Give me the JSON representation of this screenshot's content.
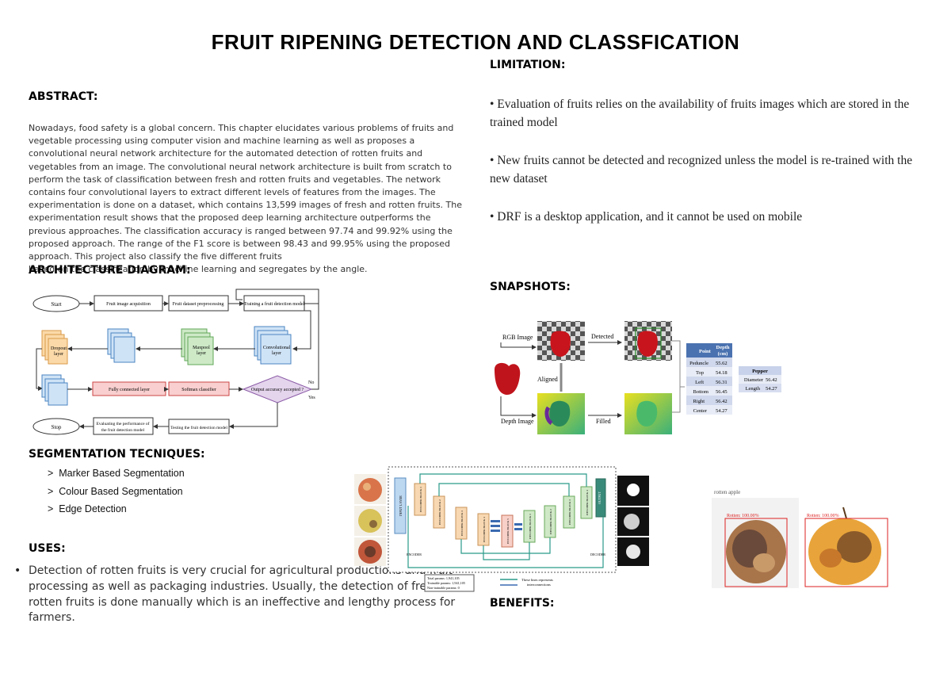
{
  "title": "FRUIT RIPENING DETECTION AND CLASSFICATION",
  "abstract": {
    "heading": "ABSTRACT:",
    "body": "Nowadays, food safety is a global concern. This chapter elucidates various problems of fruits and vegetable processing using computer vision and machine learning as well as proposes a convolutional neural network architecture for the automated detection of rotten fruits and vegetables from an image. The convolutional neural network architecture is built from scratch to perform the task of classification between fresh and rotten fruits and vegetables. The network contains four convolutional layers to extract different levels of features from the images. The experimentation is done on a dataset, which contains 13,599 images of fresh and rotten fruits. The experimentation result shows that the proposed deep learning architecture outperforms the previous approaches. The classification accuracy is ranged between 97.74 and 99.92% using the proposed approach. The range of the F1 score is between 98.43 and 99.95% using the proposed approach. This project also classify the five different fruits",
    "body_last": "based on the classification by machine learning and segregates by  the angle."
  },
  "architecture": {
    "heading": "ARCHITECTURE DIAGRAM:",
    "nodes": {
      "start": "Start",
      "acquisition": "Fruit image acquisition",
      "preprocessing": "Fruit dataset preprocessing",
      "training": "Training a fruit detection model",
      "dropout_1": "Dropout",
      "dropout_2": "layer",
      "maxpool_1": "Maxpool",
      "maxpool_2": "layer",
      "conv_1": "Convolutional",
      "conv_2": "layer",
      "fc": "Fully connected layer",
      "softmax": "Softmax classifier",
      "accuracy": "Output accuracy accepted ?",
      "no": "No",
      "yes": "Yes",
      "stop": "Stop",
      "evaluate_1": "Evaluating the performance of",
      "evaluate_2": "the fruit detection model",
      "testing": "Testing the fruit detection model"
    }
  },
  "segmentation": {
    "heading": "SEGMENTATION TECNIQUES:",
    "marker": ">",
    "items": [
      "Marker Based Segmentation",
      "Colour Based Segmentation",
      "Edge Detection"
    ]
  },
  "uses": {
    "heading": "USES:",
    "bullet": "•",
    "body": "Detection of rotten fruits is very crucial for agricultural productions and fruit processing as well as packaging industries. Usually, the detection of fresh and rotten fruits is done manually which is an ineffective and lengthy process for farmers."
  },
  "limitation": {
    "heading": "LIMITATION:",
    "items": [
      "• Evaluation of fruits relies on the availability of fruits images which are stored in the trained model",
      "• New fruits cannot be detected and recognized unless the model is re-trained with the new dataset",
      "• DRF is a desktop application, and it cannot be used on mobile"
    ]
  },
  "snapshots": {
    "heading": "SNAPSHOTS:",
    "labels": {
      "rgb": "RGB Image",
      "detected": "Detected",
      "aligned": "Aligned",
      "depth": "Depth Image",
      "filled": "Filled"
    },
    "depth_table": {
      "head_point": "Point",
      "head_depth_1": "Depth",
      "head_depth_2": "(cm)",
      "rows": [
        {
          "point": "Peduncle",
          "depth": "55.62"
        },
        {
          "point": "Top",
          "depth": "54.18"
        },
        {
          "point": "Left",
          "depth": "56.31"
        },
        {
          "point": "Bottom",
          "depth": "56.45"
        },
        {
          "point": "Right",
          "depth": "56.42"
        },
        {
          "point": "Center",
          "depth": "54.27"
        }
      ]
    },
    "pepper_table": {
      "head": "Pepper",
      "rows": [
        {
          "label": "Diameter",
          "value": "56.42"
        },
        {
          "label": "Length",
          "value": "54.27"
        }
      ]
    }
  },
  "network": {
    "input": "INPUT LAYER",
    "encoders": [
      "ENCODER BLOCK 1",
      "ENCODER BLOCK 2",
      "ENCODER BLOCK 3",
      "ENCODER BLOCK 4",
      "ENCODER BLOCK 5",
      "DECODER BLOCK 1",
      "DECODER BLOCK 2",
      "DECODER BLOCK 3",
      "DECODER BLOCK 4"
    ],
    "output": "OUTPUT",
    "encoder_label": "ENCODER",
    "decoder_label": "DECODER",
    "params": [
      "Total params: 1,941,105",
      "Trainable params: 1,941,105",
      "Non-trainable params: 0"
    ],
    "legend_1": "These lines represents",
    "legend_2": "interconnections"
  },
  "rotten": {
    "caption": "rotten apple",
    "label_1": "Rotten: 100.00%",
    "label_2": "Rotten: 100.00%"
  },
  "benefits": {
    "heading": "BENEFITS:"
  }
}
